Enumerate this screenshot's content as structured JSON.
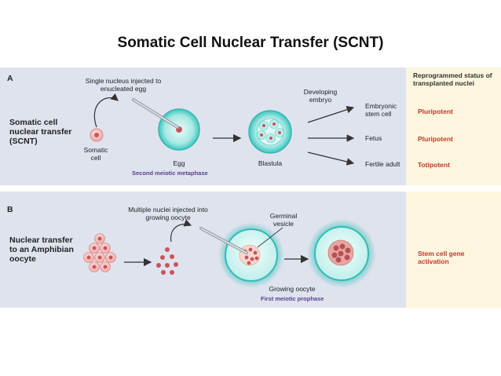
{
  "title": "Somatic Cell Nuclear Transfer (SCNT)",
  "status_header": "Reprogrammed status of transplanted nuclei",
  "panel_a": {
    "letter": "A",
    "label": "Somatic cell nuclear transfer (SCNT)",
    "injection_note": "Single nucleus injected to enucleated egg",
    "somatic_cell": "Somatic cell",
    "egg": "Egg",
    "egg_stage": "Second meiotic metaphase",
    "blastula": "Blastula",
    "developing": "Developing embryo",
    "outcomes": [
      {
        "label": "Embryonic stem cell",
        "status": "Pluripotent"
      },
      {
        "label": "Fetus",
        "status": "Pluripotent"
      },
      {
        "label": "Fertile adult",
        "status": "Totipotent"
      }
    ]
  },
  "panel_b": {
    "letter": "B",
    "label": "Nuclear transfer to an Amphibian oocyte",
    "injection_note": "Multiple nuclei injected into growing oocyte",
    "germinal_vesicle": "Germinal vesicle",
    "oocyte": "Growing oocyte",
    "oocyte_stage": "First meiotic prophase",
    "status": "Stem cell gene activation"
  },
  "colors": {
    "panel_bg": "#dfe3ee",
    "status_bg": "#fbf6dd",
    "status_text": "#c0392b",
    "stage_text": "#5b3f8f",
    "cell_teal": "#3cc6c0",
    "nucleus": "#c8555a"
  }
}
